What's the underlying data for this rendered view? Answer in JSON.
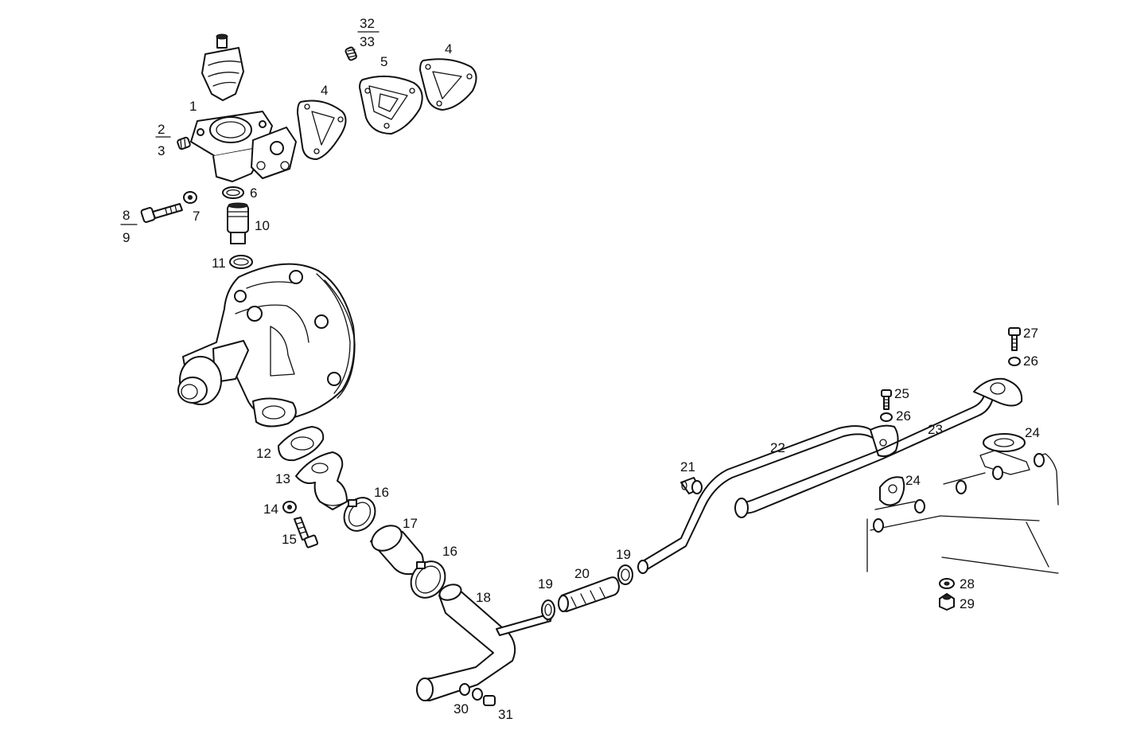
{
  "labels": {
    "l1": "1",
    "l2": "2",
    "l3": "3",
    "l4a": "4",
    "l4b": "4",
    "l5": "5",
    "l6": "6",
    "l7": "7",
    "l8": "8",
    "l9": "9",
    "l10": "10",
    "l11": "11",
    "l12": "12",
    "l13": "13",
    "l14": "14",
    "l15": "15",
    "l16a": "16",
    "l16b": "16",
    "l17": "17",
    "l18": "18",
    "l19a": "19",
    "l19b": "19",
    "l20": "20",
    "l21": "21",
    "l22": "22",
    "l23": "23",
    "l24a": "24",
    "l24b": "24",
    "l25": "25",
    "l26a": "26",
    "l26b": "26",
    "l27": "27",
    "l28": "28",
    "l29": "29",
    "l30": "30",
    "l31": "31",
    "l32": "32",
    "l33": "33"
  },
  "icons": {
    "thermostat": "thermostat-icon",
    "housing": "thermostat-housing-icon",
    "water_pump": "water-pump-icon",
    "pipe": "coolant-pipe-icon"
  }
}
